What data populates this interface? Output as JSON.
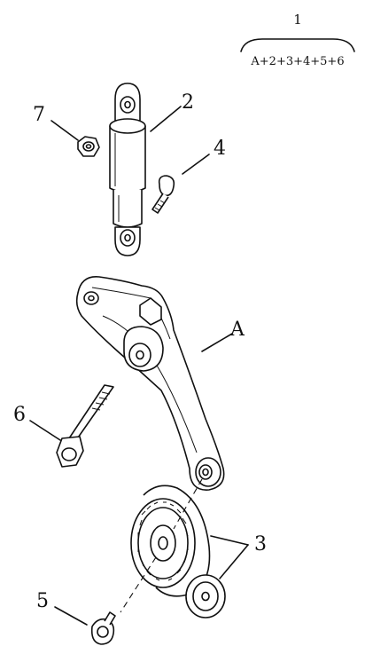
{
  "header": {
    "kit_number": "1",
    "kit_formula": "A+2+3+4+5+6"
  },
  "callouts": {
    "damper": "2",
    "pulley": "3",
    "bolt_small": "4",
    "bolt_pulley": "5",
    "bolt_long": "6",
    "nut": "7",
    "arm": "A"
  }
}
